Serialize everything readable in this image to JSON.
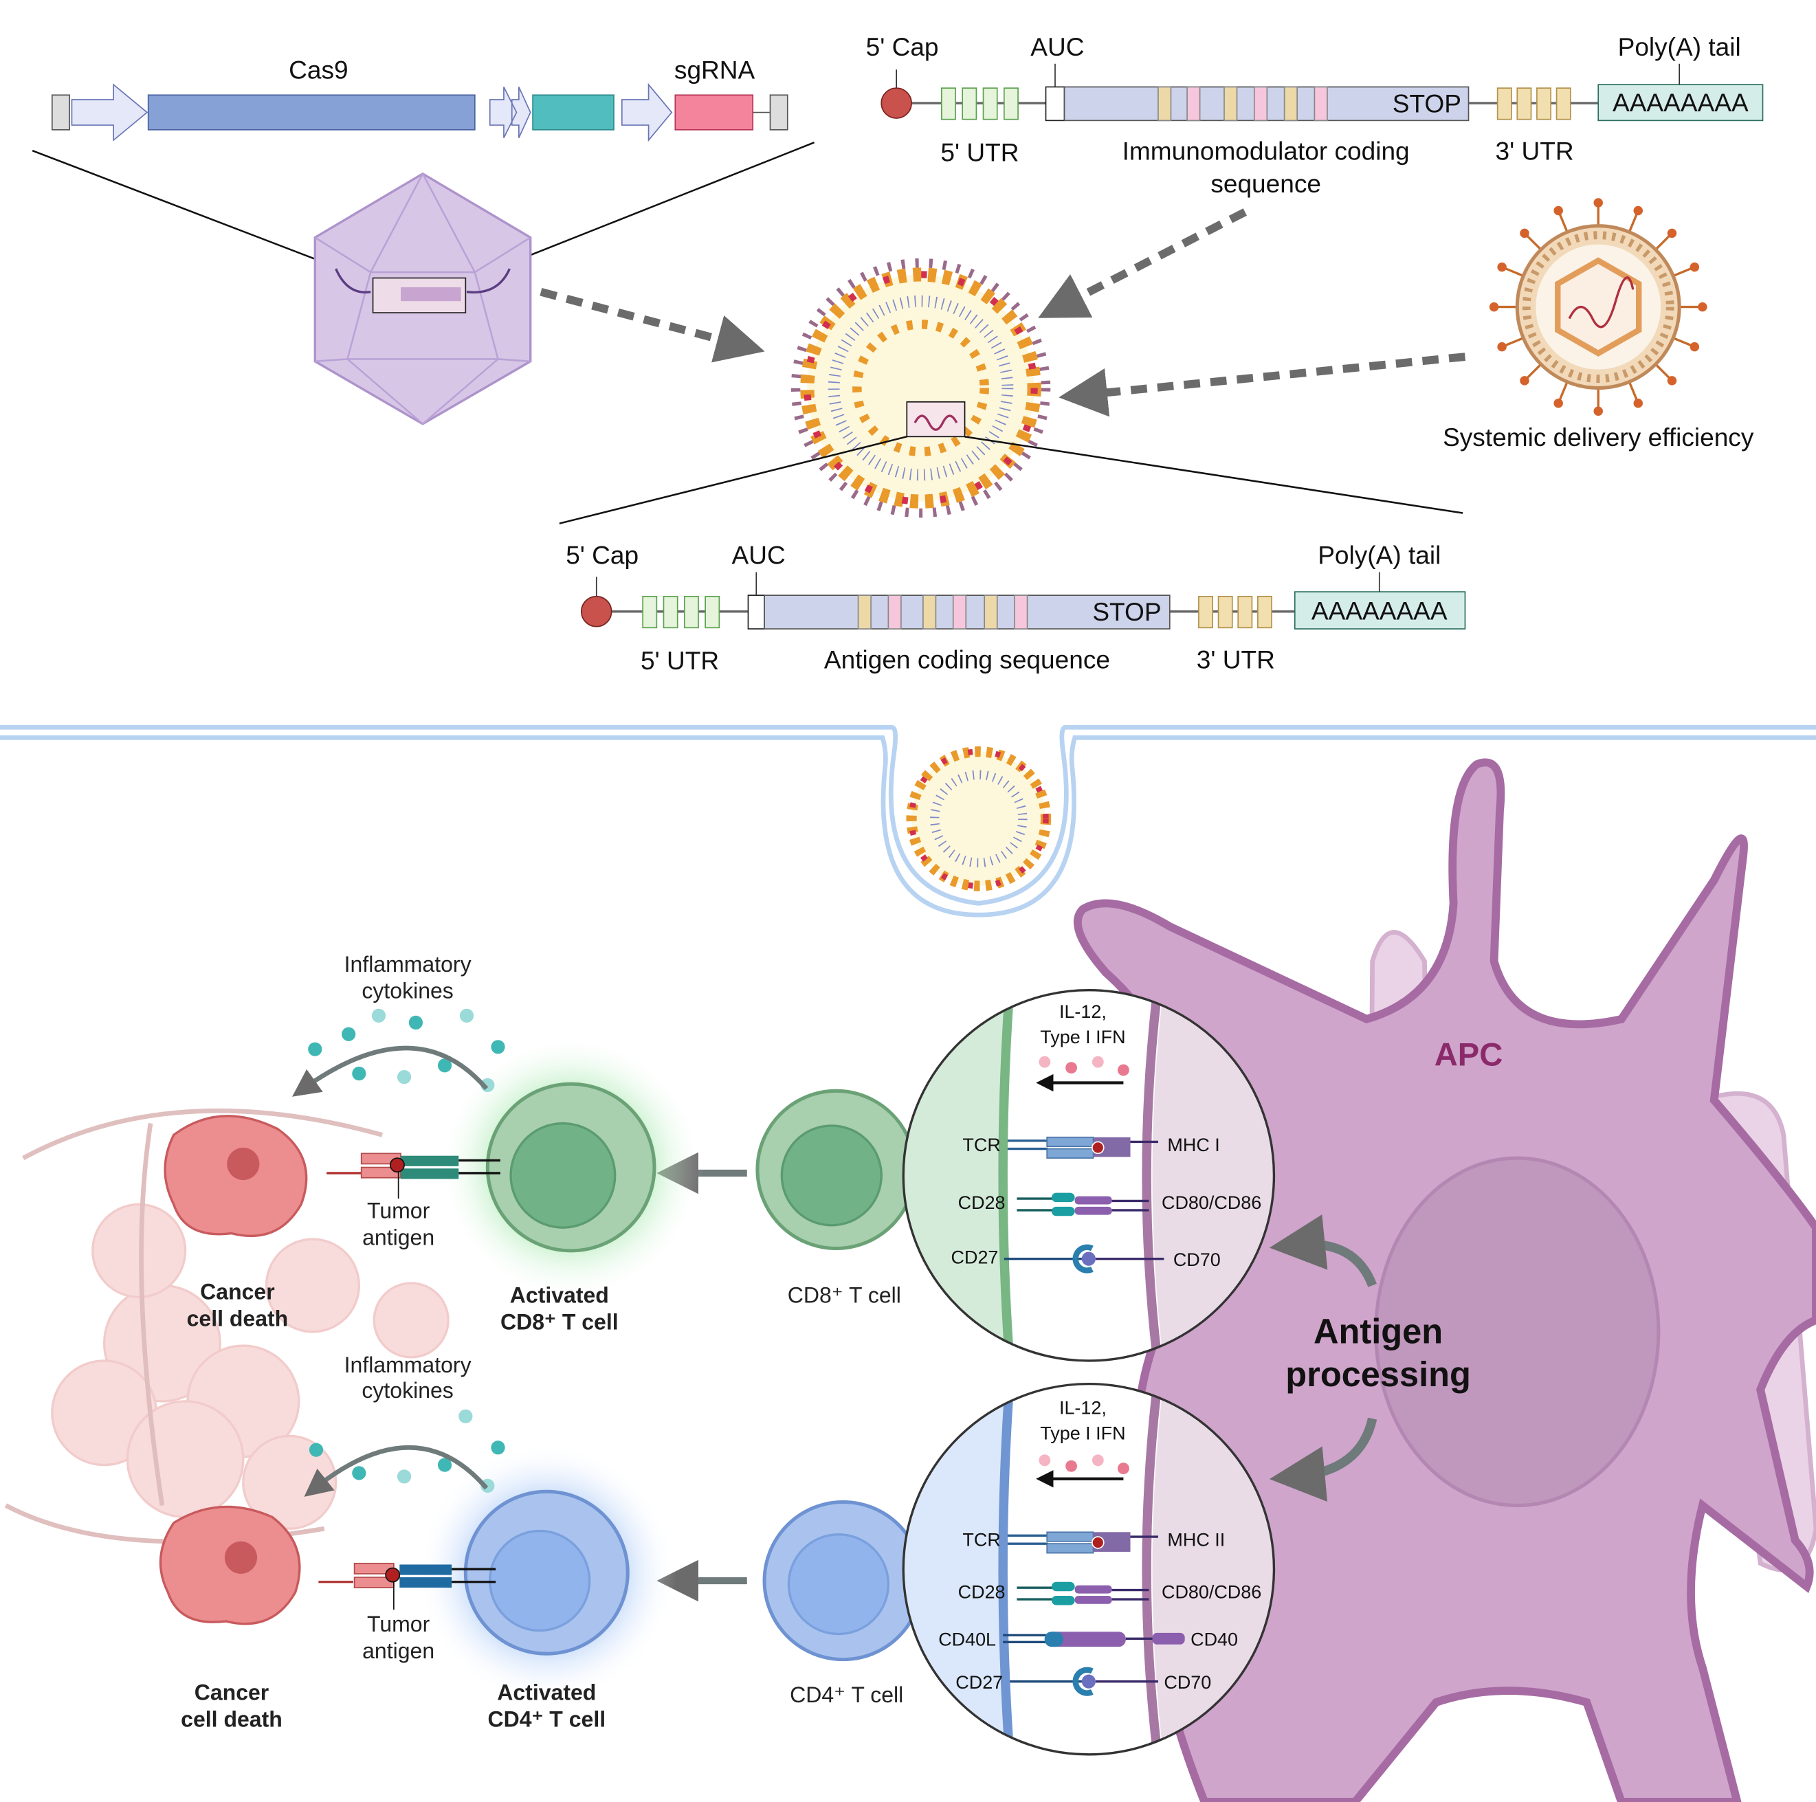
{
  "top_left": {
    "cas9": "Cas9",
    "sgrna": "sgRNA"
  },
  "mrna_immuno": {
    "cap": "5' Cap",
    "auc": "AUC",
    "polya_label": "Poly(A) tail",
    "polya_seq": "AAAAAAAA",
    "stop": "STOP",
    "utr5": "5' UTR",
    "utr3": "3' UTR",
    "coding_line1": "Immunomodulator coding",
    "coding_line2": "sequence"
  },
  "mrna_antigen": {
    "cap": "5' Cap",
    "auc": "AUC",
    "polya_label": "Poly(A) tail",
    "polya_seq": "AAAAAAAA",
    "stop": "STOP",
    "utr5": "5' UTR",
    "utr3": "3' UTR",
    "coding": "Antigen coding sequence"
  },
  "virus_label": "Systemic delivery efficiency",
  "apc": {
    "label": "APC",
    "processing_line1": "Antigen",
    "processing_line2": "processing"
  },
  "synapse_cd8": {
    "cytokine_line1": "IL-12,",
    "cytokine_line2": "Type I IFN",
    "tcr": "TCR",
    "mhc": "MHC I",
    "cd28": "CD28",
    "cd80": "CD80/CD86",
    "cd27": "CD27",
    "cd70": "CD70"
  },
  "synapse_cd4": {
    "cytokine_line1": "IL-12,",
    "cytokine_line2": "Type I IFN",
    "tcr": "TCR",
    "mhc": "MHC II",
    "cd28": "CD28",
    "cd80": "CD80/CD86",
    "cd40l": "CD40L",
    "cd40": "CD40",
    "cd27": "CD27",
    "cd70": "CD70"
  },
  "cd8_row": {
    "naive": "CD8⁺ T cell",
    "activated_line1": "Activated",
    "activated_line2": "CD8⁺ T cell",
    "tumor_line1": "Tumor",
    "tumor_line2": "antigen",
    "death_line1": "Cancer",
    "death_line2": "cell death",
    "cyto_line1": "Inflammatory",
    "cyto_line2": "cytokines"
  },
  "cd4_row": {
    "naive": "CD4⁺ T cell",
    "activated_line1": "Activated",
    "activated_line2": "CD4⁺ T cell",
    "tumor_line1": "Tumor",
    "tumor_line2": "antigen",
    "death_line1": "Cancer",
    "death_line2": "cell death",
    "cyto_line1": "Inflammatory",
    "cyto_line2": "cytokines"
  },
  "colors": {
    "apc": "#cfa5cb",
    "apc_border": "#a66ba3",
    "cd8": "#a8cfae",
    "cd4": "#a9c3ee",
    "cancer": "#ec8d8f",
    "lnp_dots": "#e99a2a",
    "membrane": "#b8d3f2"
  }
}
